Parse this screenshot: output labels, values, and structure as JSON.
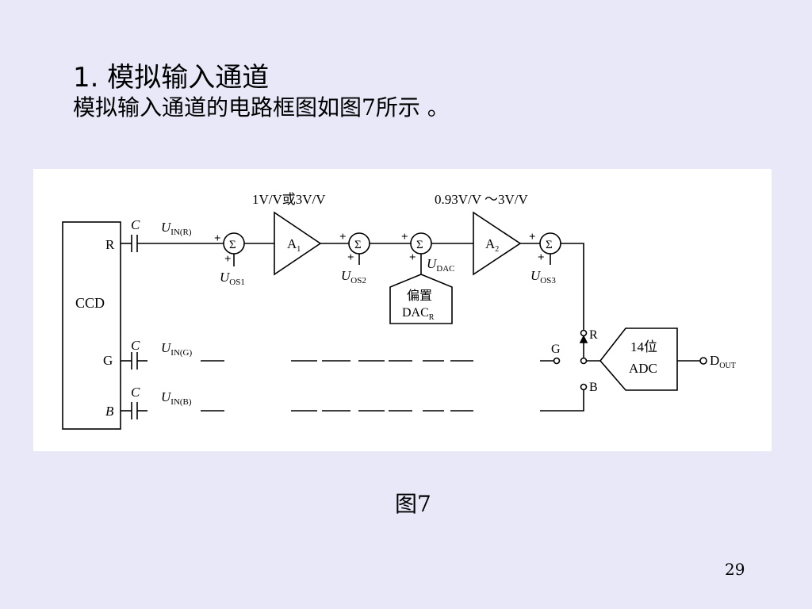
{
  "slide": {
    "heading": "1.  模拟输入通道",
    "description": "模拟输入通道的电路框图如图7所示 。",
    "caption": "图7",
    "page_number": "29"
  },
  "diagram": {
    "ccd_label": "CCD",
    "channel_labels": {
      "r": "R",
      "g": "G",
      "b": "B"
    },
    "capacitor_label": "C",
    "u_symbol": "U",
    "input_subscripts": {
      "r": "IN(R)",
      "g": "IN(G)",
      "b": "IN(B)"
    },
    "plus_sign": "+",
    "sigma": "Σ",
    "gain1": "1V/V或3V/V",
    "gain2": "0.93V/V ～3V/V",
    "amp1": {
      "main": "A",
      "sub": "1"
    },
    "amp2": {
      "main": "A",
      "sub": "2"
    },
    "offset_subscripts": {
      "os1": "OS1",
      "os2": "OS2",
      "os3": "OS3",
      "dac": "DAC"
    },
    "dac_box": {
      "line1": "偏置",
      "line2_main": "DAC",
      "line2_sub": "R"
    },
    "switch_labels": {
      "r": "R",
      "g": "G",
      "b": "B"
    },
    "adc": {
      "line1": "14位",
      "line2": "ADC"
    },
    "output": {
      "main": "D",
      "sub": "OUT"
    }
  }
}
